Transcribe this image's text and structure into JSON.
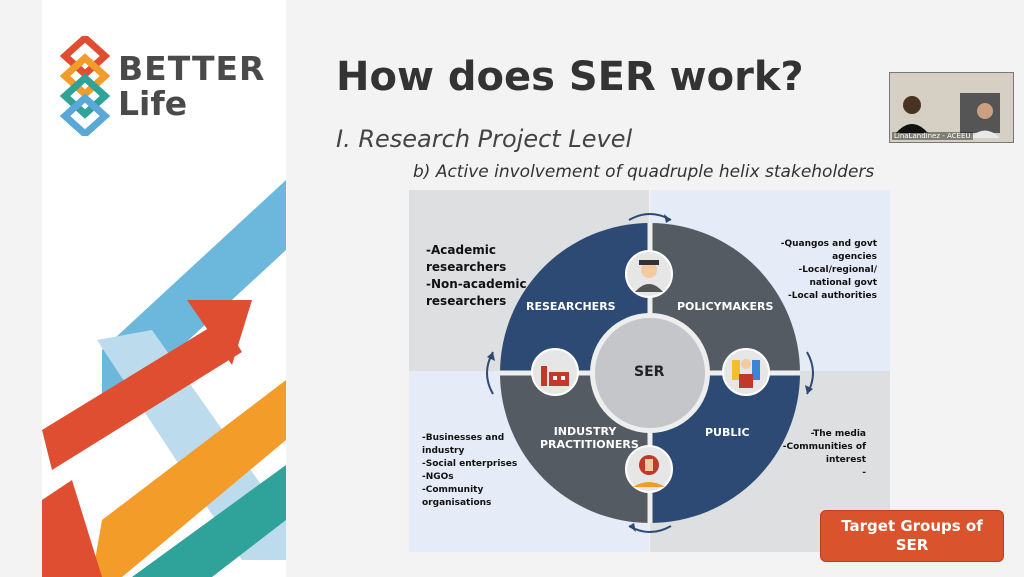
{
  "logo": {
    "line1": "BETTER",
    "line2": "Life"
  },
  "slide": {
    "title": "How does SER work?",
    "subtitle": "I. Research Project Level",
    "subsubtitle": "b) Active involvement of quadruple helix stakeholders"
  },
  "diagram": {
    "center": "SER",
    "segments": {
      "researchers": "RESEARCHERS",
      "policymakers": "POLICYMAKERS",
      "industry_line1": "INDUSTRY",
      "industry_line2": "PRACTITIONERS",
      "public": "PUBLIC"
    },
    "researchers_items": [
      "-Academic",
      "researchers",
      "-Non-academic",
      "researchers"
    ],
    "policymakers_items": [
      "-Quangos and govt",
      "agencies",
      "-Local/regional/",
      "national govt",
      "-Local authorities"
    ],
    "industry_items": [
      "-Businesses and",
      "industry",
      "-Social enterprises",
      "-NGOs",
      "-Community",
      "organisations"
    ],
    "public_items": [
      "-The media",
      "-Communities of",
      "interest",
      "-"
    ]
  },
  "video": {
    "participant_name": "LinaLandinez - ACEEU"
  },
  "target_box": {
    "line1": "Target Groups of",
    "line2": "SER"
  },
  "colors": {
    "navy": "#2c4a74",
    "grey": "#555b62",
    "accent_orange": "#d9532c",
    "logo_red": "#e04e32",
    "logo_orange": "#f39c2a",
    "logo_teal": "#2fa39a",
    "logo_blue": "#5aa8d8"
  }
}
